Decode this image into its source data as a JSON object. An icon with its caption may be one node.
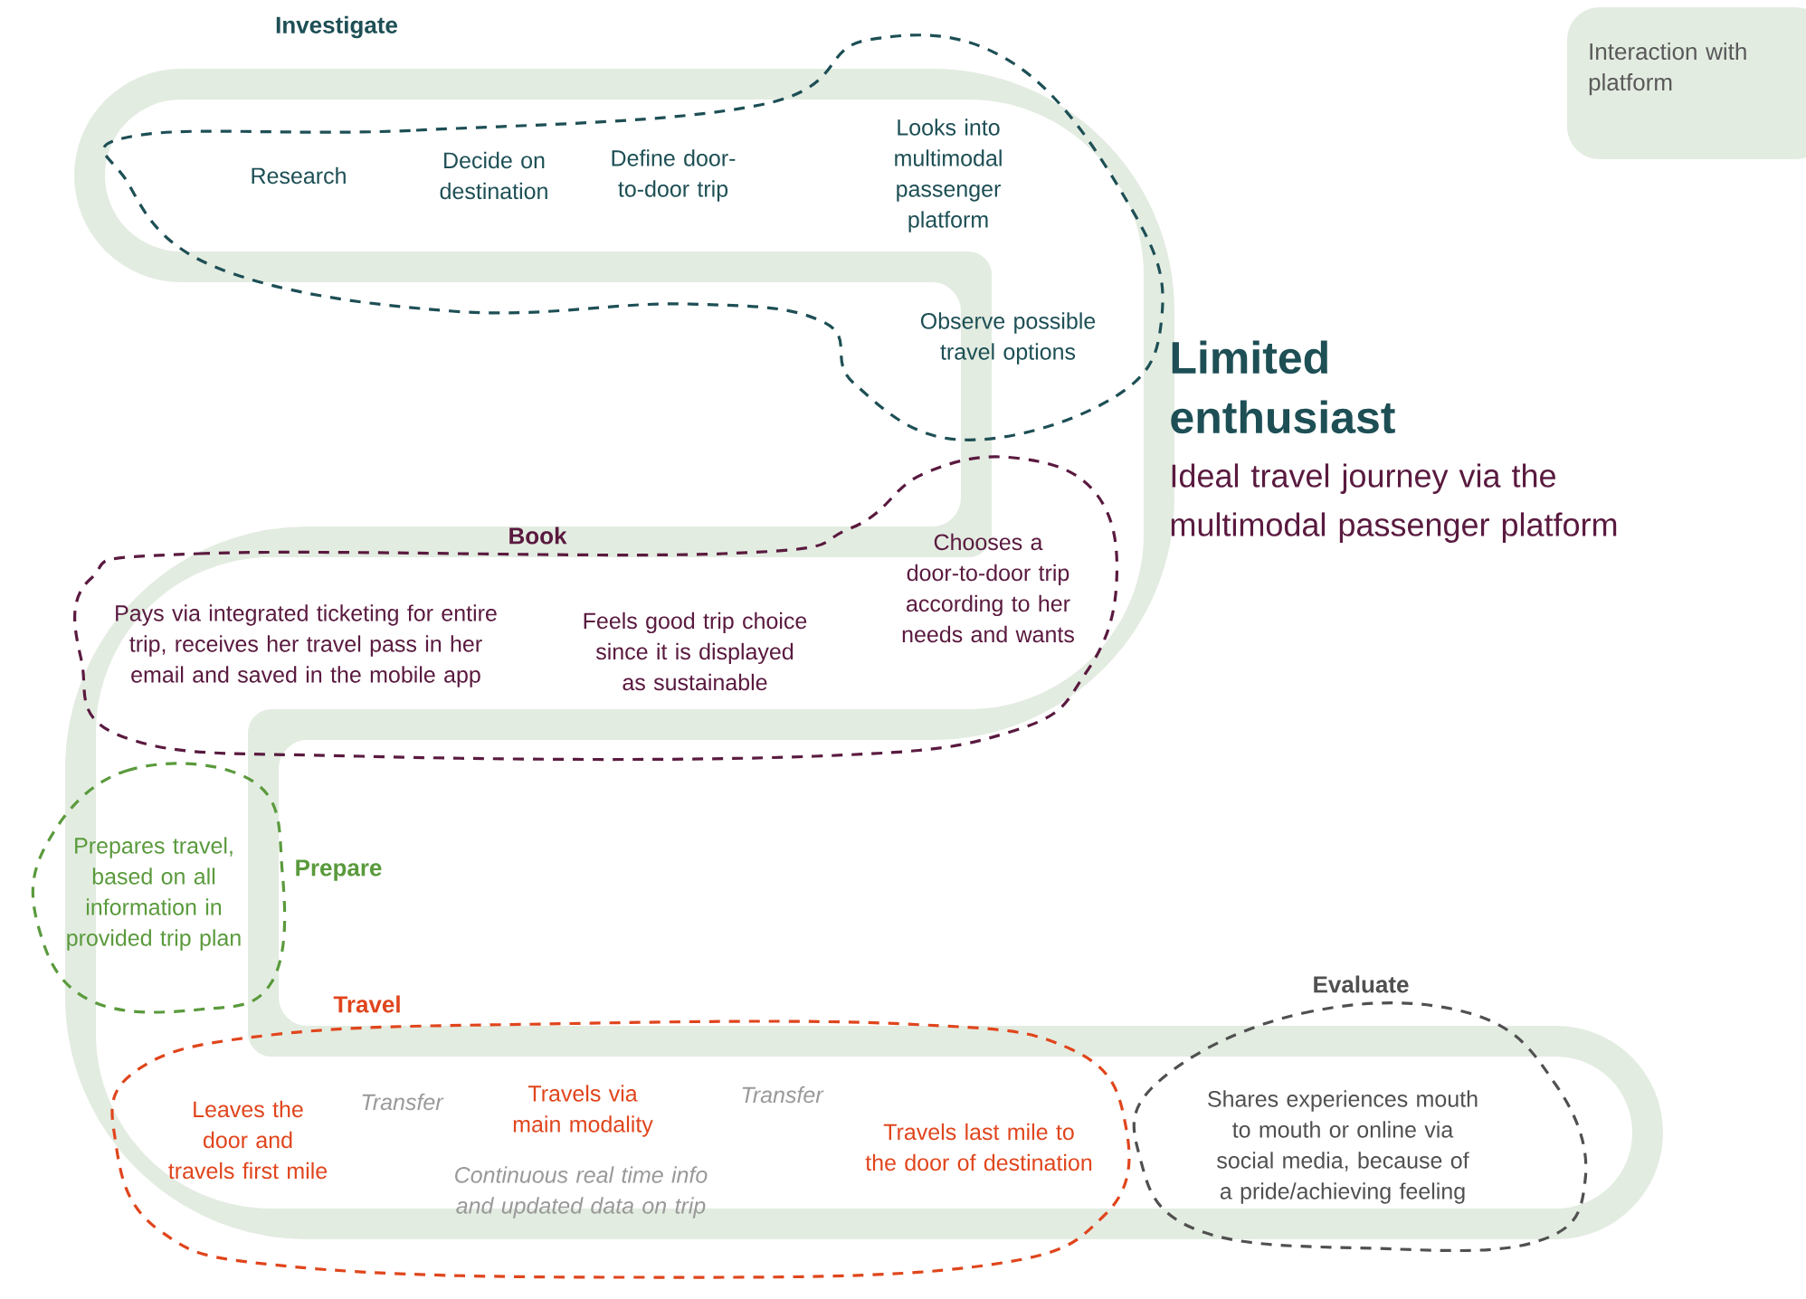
{
  "diagram": {
    "title": "Limited enthusiast",
    "caption": "Ideal travel journey via the multimodal passenger platform",
    "nodes": [
      {
        "text": [
          "Investigate"
        ]
      },
      {
        "text": [
          "Research"
        ],
        "in": 0
      },
      {
        "text": [
          "Decide on destination"
        ],
        "in": 0
      },
      {
        "text": [
          "Define door-to-door trip"
        ],
        "in": 0
      },
      {
        "text": [
          "Looks into multimodal passenger platform"
        ],
        "in": 0
      },
      {
        "text": [
          "Observe possible travel options"
        ],
        "in": 0
      },
      {
        "text": [
          "Book"
        ]
      },
      {
        "text": [
          "Chooses a door-to-door trip according to her needs and wants"
        ],
        "in": 6
      },
      {
        "text": [
          "Feels good trip choice since it is displayed as sustainable"
        ],
        "in": 6
      },
      {
        "text": [
          "Pays via integrated ticketing for entire trip, receives her travel pass in her email and saved in the mobile app"
        ],
        "in": 6
      },
      {
        "text": [
          "Prepare"
        ]
      },
      {
        "text": [
          "Prepares travel, based on all information in provided trip plan"
        ],
        "in": 10
      },
      {
        "text": [
          "Travel"
        ]
      },
      {
        "text": [
          "Leaves the door and travels first mile"
        ],
        "in": 12
      },
      {
        "text": [
          "Travels via main modality"
        ],
        "in": 12
      },
      {
        "text": [
          "Travels last mile to the door of destination"
        ],
        "in": 12
      },
      {
        "text": [
          "Evaluate"
        ]
      },
      {
        "text": [
          "Shares experiences mouth to mouth or online via social media, because of a pride/achieving feeling"
        ],
        "in": 16
      }
    ],
    "labels": [
      "Transfer",
      "Transfer",
      "Continuous real time info and updated data on trip"
    ],
    "legend": [
      {
        "text": "Interaction with platform",
        "color": "#e3ece1"
      }
    ]
  }
}
